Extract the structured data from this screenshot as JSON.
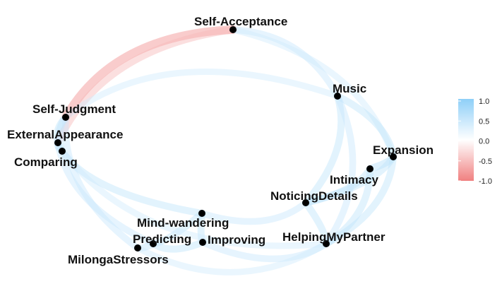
{
  "chart_data": {
    "type": "network",
    "nodes": [
      {
        "id": "self_acceptance",
        "label": "Self-Acceptance"
      },
      {
        "id": "music",
        "label": "Music"
      },
      {
        "id": "self_judgment",
        "label": "Self-Judgment"
      },
      {
        "id": "external_appearance",
        "label": "ExternalAppearance"
      },
      {
        "id": "comparing",
        "label": "Comparing"
      },
      {
        "id": "expansion",
        "label": "Expansion"
      },
      {
        "id": "intimacy",
        "label": "Intimacy"
      },
      {
        "id": "noticing_details",
        "label": "NoticingDetails"
      },
      {
        "id": "mind_wandering",
        "label": "Mind-wandering"
      },
      {
        "id": "predicting",
        "label": "Predicting"
      },
      {
        "id": "improving",
        "label": "Improving"
      },
      {
        "id": "helping_my_partner",
        "label": "HelpingMyPartner"
      },
      {
        "id": "milonga_stressors",
        "label": "MilongaStressors"
      }
    ],
    "edges": [
      {
        "from": "self_judgment",
        "to": "self_acceptance",
        "weight": -0.4
      },
      {
        "from": "external_appearance",
        "to": "self_acceptance",
        "weight": -0.2
      },
      {
        "from": "self_acceptance",
        "to": "music",
        "weight": 0.15
      },
      {
        "from": "self_acceptance",
        "to": "expansion",
        "weight": 0.1
      },
      {
        "from": "self_judgment",
        "to": "external_appearance",
        "weight": 0.2
      },
      {
        "from": "self_judgment",
        "to": "comparing",
        "weight": 0.2
      },
      {
        "from": "external_appearance",
        "to": "comparing",
        "weight": 0.25
      },
      {
        "from": "music",
        "to": "expansion",
        "weight": 0.2
      },
      {
        "from": "music",
        "to": "noticing_details",
        "weight": 0.2
      },
      {
        "from": "expansion",
        "to": "intimacy",
        "weight": 0.25
      },
      {
        "from": "expansion",
        "to": "noticing_details",
        "weight": 0.2
      },
      {
        "from": "expansion",
        "to": "helping_my_partner",
        "weight": 0.2
      },
      {
        "from": "intimacy",
        "to": "noticing_details",
        "weight": 0.2
      },
      {
        "from": "intimacy",
        "to": "helping_my_partner",
        "weight": 0.2
      },
      {
        "from": "noticing_details",
        "to": "helping_my_partner",
        "weight": 0.2
      },
      {
        "from": "noticing_details",
        "to": "mind_wandering",
        "weight": 0.15
      },
      {
        "from": "mind_wandering",
        "to": "predicting",
        "weight": 0.2
      },
      {
        "from": "mind_wandering",
        "to": "improving",
        "weight": 0.2
      },
      {
        "from": "predicting",
        "to": "improving",
        "weight": 0.2
      },
      {
        "from": "predicting",
        "to": "milonga_stressors",
        "weight": 0.2
      },
      {
        "from": "improving",
        "to": "helping_my_partner",
        "weight": 0.15
      },
      {
        "from": "comparing",
        "to": "mind_wandering",
        "weight": 0.2
      },
      {
        "from": "external_appearance",
        "to": "predicting",
        "weight": 0.15
      },
      {
        "from": "self_judgment",
        "to": "milonga_stressors",
        "weight": 0.15
      },
      {
        "from": "comparing",
        "to": "helping_my_partner",
        "weight": 0.1
      },
      {
        "from": "milonga_stressors",
        "to": "helping_my_partner",
        "weight": 0.1
      },
      {
        "from": "self_judgment",
        "to": "music",
        "weight": 0.1
      },
      {
        "from": "music",
        "to": "helping_my_partner",
        "weight": 0.15
      }
    ],
    "legend": {
      "ticks": [
        "1.0",
        "0.5",
        "0.0",
        "-0.5",
        "-1.0"
      ],
      "high_color": "#8ecff8",
      "mid_color": "#ffffff",
      "low_color": "#f08080"
    }
  }
}
